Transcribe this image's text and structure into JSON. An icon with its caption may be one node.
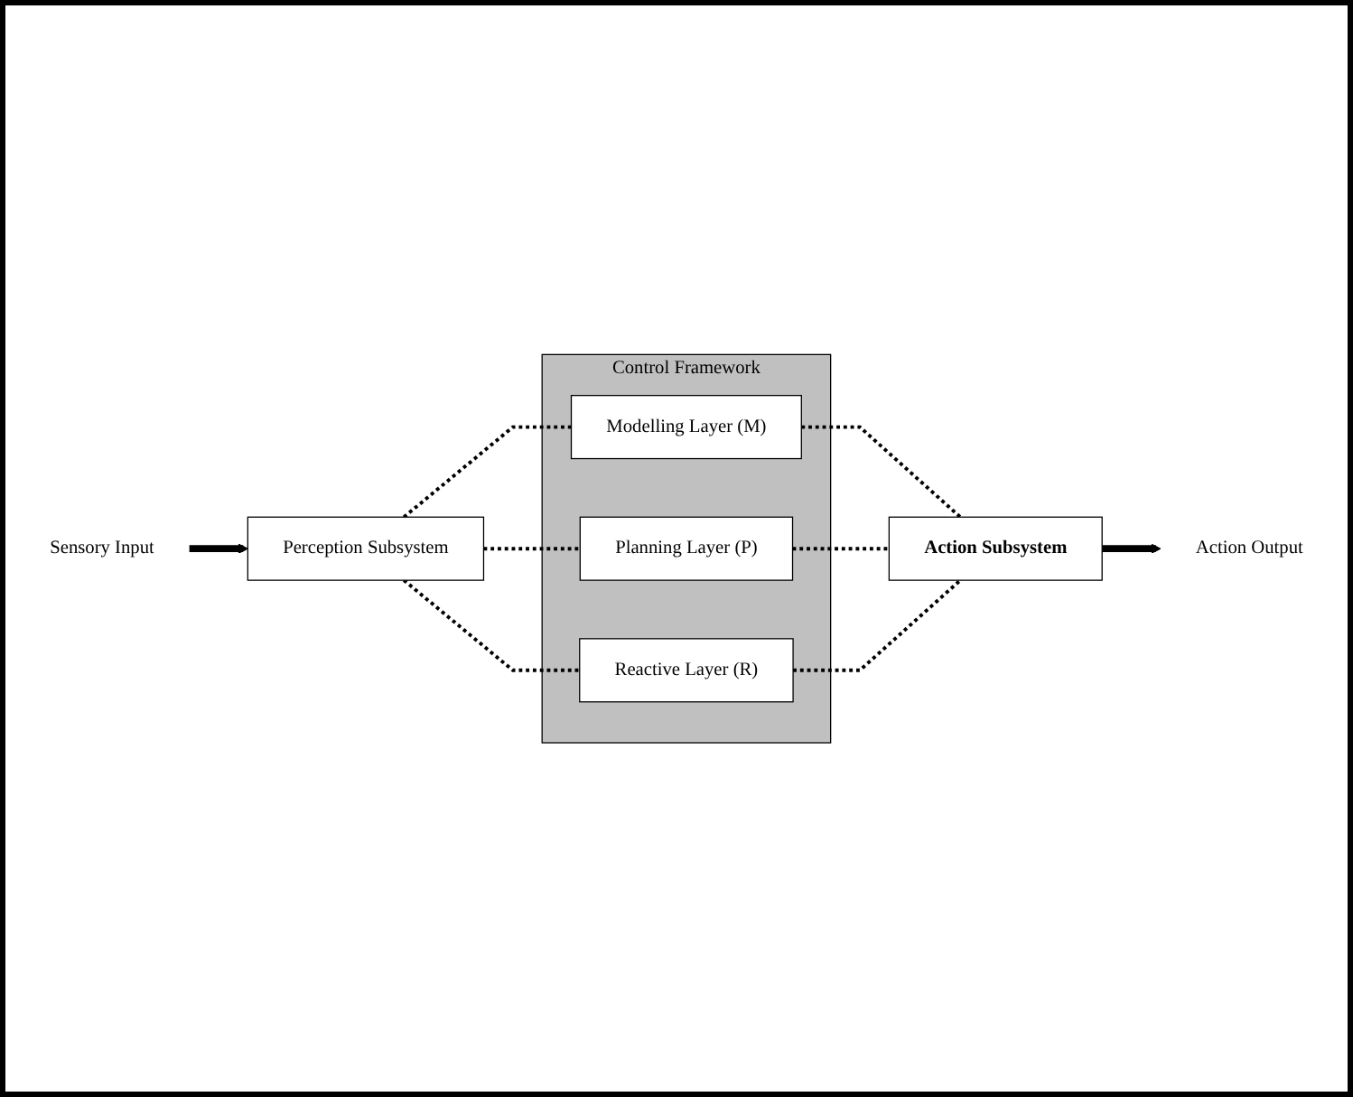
{
  "diagram": {
    "nodes": [
      {
        "text": [
          "Control Framework"
        ]
      },
      {
        "text": [
          "Modelling Layer (M)"
        ],
        "in": 0
      },
      {
        "text": [
          "Planning Layer (P)"
        ],
        "in": 0
      },
      {
        "text": [
          "Reactive Layer (R)"
        ],
        "in": 0
      },
      {
        "text": [
          "Perception Subsystem"
        ]
      },
      {
        "text": [
          "Action Subsystem"
        ]
      },
      {
        "text": [
          "Sensory Input"
        ]
      },
      {
        "text": [
          "Action Output"
        ]
      }
    ],
    "edges": [
      {
        "from": 6,
        "to": 4,
        "arrow": "to",
        "style": "thick"
      },
      {
        "from": 4,
        "to": 1,
        "arrow": "none",
        "style": "dashed"
      },
      {
        "from": 4,
        "to": 2,
        "arrow": "none",
        "style": "dashed"
      },
      {
        "from": 4,
        "to": 3,
        "arrow": "none",
        "style": "dashed"
      },
      {
        "from": 1,
        "to": 5,
        "arrow": "none",
        "style": "dashed"
      },
      {
        "from": 2,
        "to": 5,
        "arrow": "none",
        "style": "dashed"
      },
      {
        "from": 3,
        "to": 5,
        "arrow": "none",
        "style": "dashed"
      },
      {
        "from": 5,
        "to": 7,
        "arrow": "to",
        "style": "thick"
      }
    ]
  }
}
